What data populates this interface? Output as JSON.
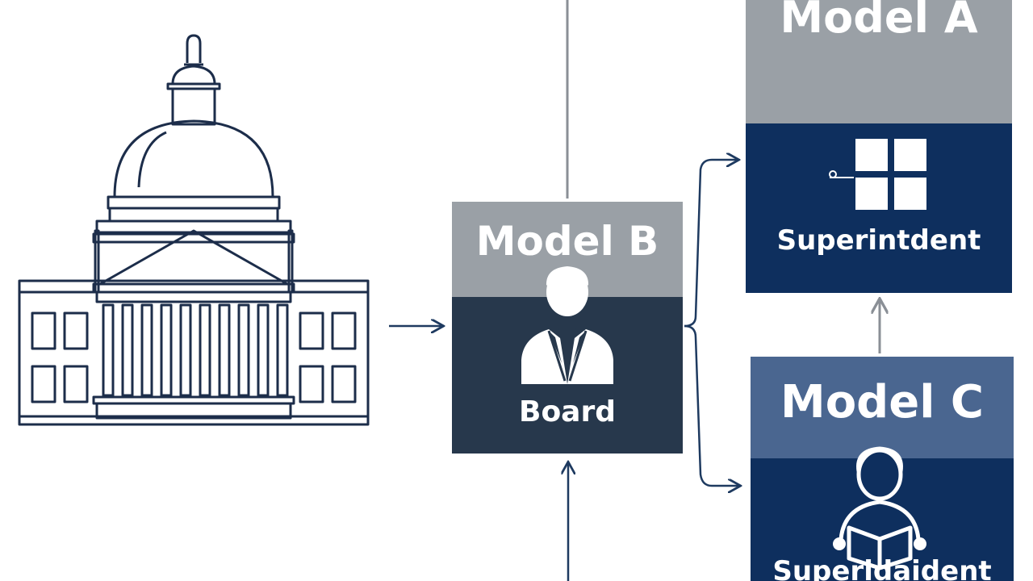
{
  "colors": {
    "navy": "#0e2f5e",
    "slate": "#27384c",
    "gray": "#9aa0a6",
    "steel": "#4a6690",
    "arrow": "#1e3a60",
    "line": "#8a8f96",
    "building": "#1c2d4a"
  },
  "nodes": {
    "capitol": {
      "icon": "capitol-building-icon"
    },
    "model_b": {
      "title": "Model B",
      "label": "Board",
      "icon": "person-suit-icon"
    },
    "model_a": {
      "title": "Model A",
      "label": "Superintdent",
      "icon": "grid-window-icon"
    },
    "model_c": {
      "title": "Model C",
      "label": "Superidaident",
      "icon": "person-reading-icon"
    }
  }
}
